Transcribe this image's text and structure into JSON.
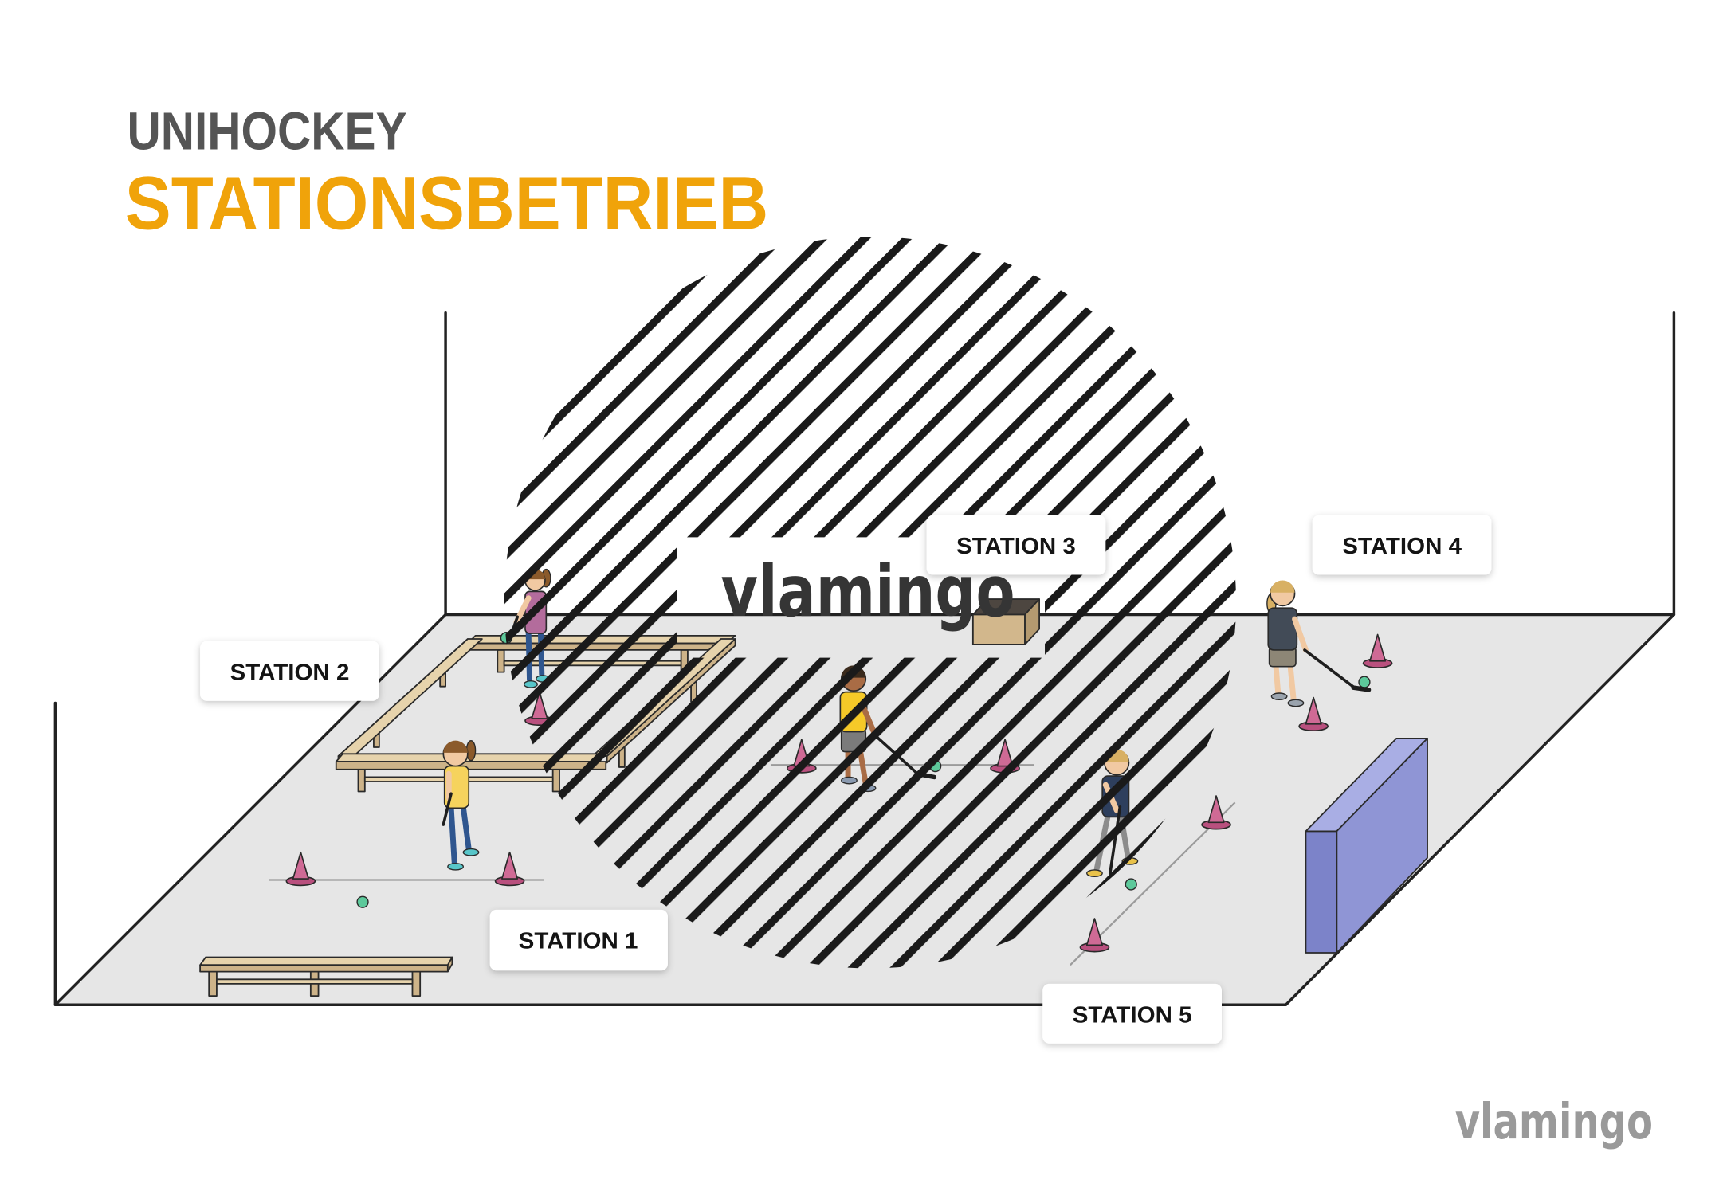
{
  "title": "UNIHOCKEY",
  "subtitle": "STATIONSBETRIEB",
  "stations": [
    {
      "label": "STATION 1"
    },
    {
      "label": "STATION 2"
    },
    {
      "label": "STATION 3"
    },
    {
      "label": "STATION 4"
    },
    {
      "label": "STATION 5"
    }
  ],
  "watermark": "vlamingo",
  "logo": "vlamingo",
  "colors": {
    "title": "#555555",
    "subtitle": "#F0A30A",
    "floor": "#E6E6E6",
    "bench": "#E6D3AC",
    "cone": "#CF6A95",
    "ball": "#5DC99B",
    "mat": "#8F95D5",
    "watermark": "#1A1A1A",
    "logo": "#9A9A9A"
  }
}
